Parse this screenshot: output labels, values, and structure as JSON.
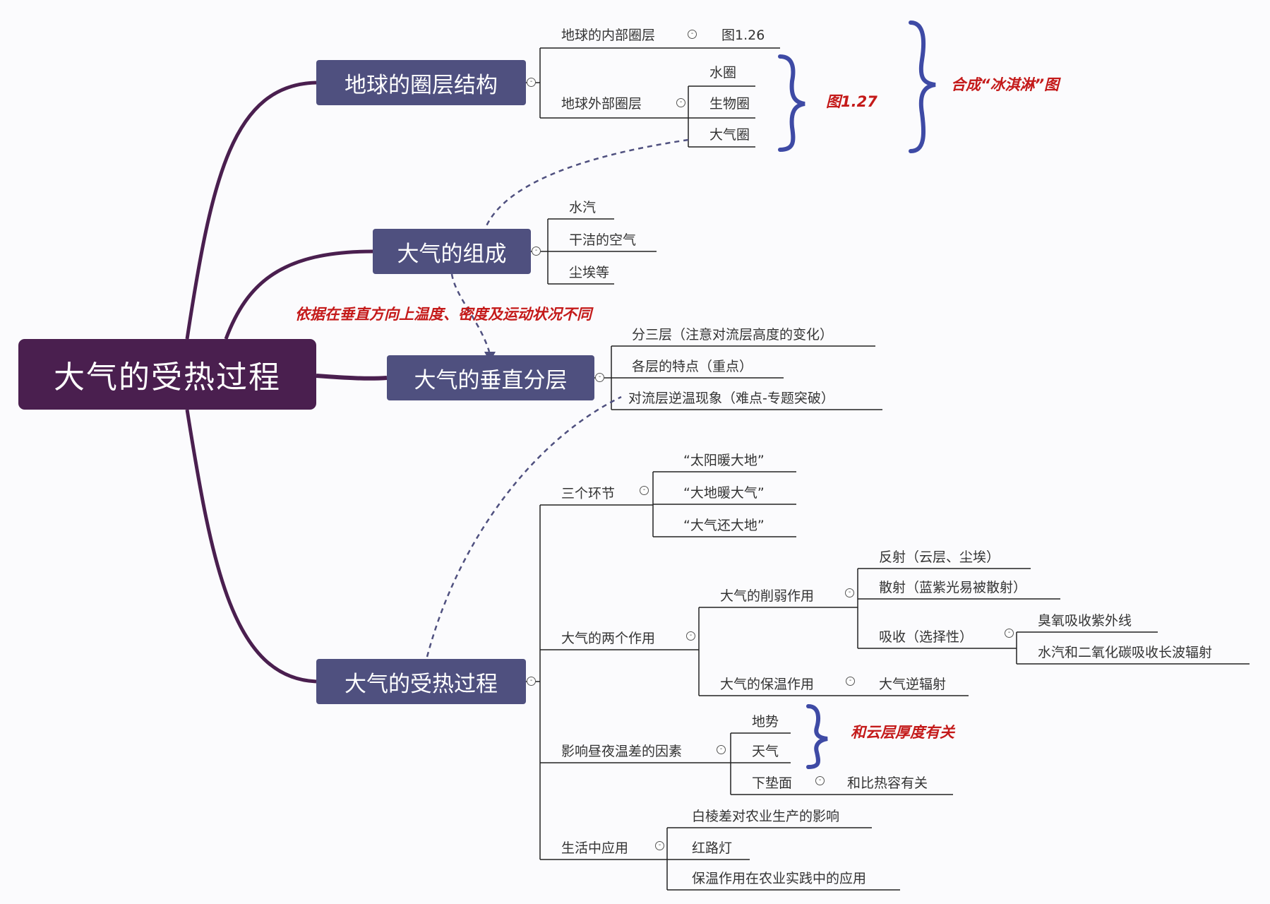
{
  "root": "大气的受热过程",
  "sections": {
    "structure": {
      "title": "地球的圈层结构",
      "inner_layers": "地球的内部圈层",
      "figure_126": "图1.26",
      "outer_layers": "地球外部圈层",
      "hydrosphere": "水圈",
      "biosphere": "生物圈",
      "atmosphere": "大气圈",
      "figure_127": "图1.27",
      "note": "合成“冰淇淋”图"
    },
    "composition": {
      "title": "大气的组成",
      "items": [
        "水汽",
        "干洁的空气",
        "尘埃等"
      ],
      "note": "依据在垂直方向上温度、密度及运动状况不同"
    },
    "layers": {
      "title": "大气的垂直分层",
      "items": [
        "分三层（注意对流层高度的变化）",
        "各层的特点（重点）",
        "对流层逆温现象（难点-专题突破）"
      ]
    },
    "heating": {
      "title": "大气的受热过程",
      "three_links": "三个环节",
      "links": [
        "“太阳暖大地”",
        "“大地暖大气”",
        "“大气还大地”"
      ],
      "two_effects": "大气的两个作用",
      "weakening": "大气的削弱作用",
      "reflection": "反射（云层、尘埃）",
      "scattering": "散射（蓝紫光易被散射）",
      "absorption": "吸收（选择性）",
      "ozone": "臭氧吸收紫外线",
      "vapor_co2": "水汽和二氧化碳吸收长波辐射",
      "insulation": "大气的保温作用",
      "counter_radiation": "大气逆辐射",
      "factors": "影响昼夜温差的因素",
      "terrain": "地势",
      "weather": "天气",
      "underlying": "下垫面",
      "heat_capacity": "和比热容有关",
      "cloud_note": "和云层厚度有关",
      "application": "生活中应用",
      "app_items": [
        "白棱差对农业生产的影响",
        "红路灯",
        "保温作用在农业实践中的应用"
      ]
    }
  },
  "colors": {
    "root": "#4a1f4f",
    "main_node": "#4f507f",
    "branch": "#4a1f4f",
    "note": "#c41a1a",
    "brace": "#3e4aa5"
  }
}
